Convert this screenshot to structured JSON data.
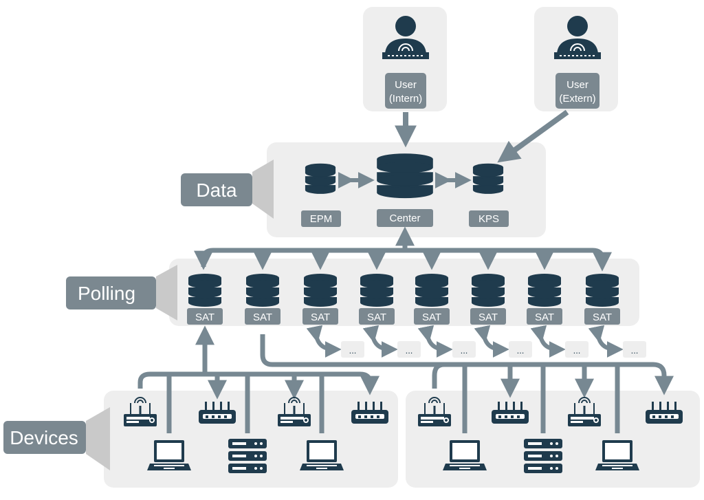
{
  "users": [
    {
      "line1": "User",
      "line2": "(Intern)"
    },
    {
      "line1": "User",
      "line2": "(Extern)"
    }
  ],
  "sections": {
    "data": "Data",
    "polling": "Polling",
    "devices": "Devices"
  },
  "data_nodes": {
    "left": "EPM",
    "center": "Center",
    "right": "KPS"
  },
  "sat_label": "SAT",
  "ellipsis": "...",
  "colors": {
    "panel": "#eeeeee",
    "tag": "#7b8890",
    "arrow": "#778892",
    "icon": "#1f3b4d"
  }
}
